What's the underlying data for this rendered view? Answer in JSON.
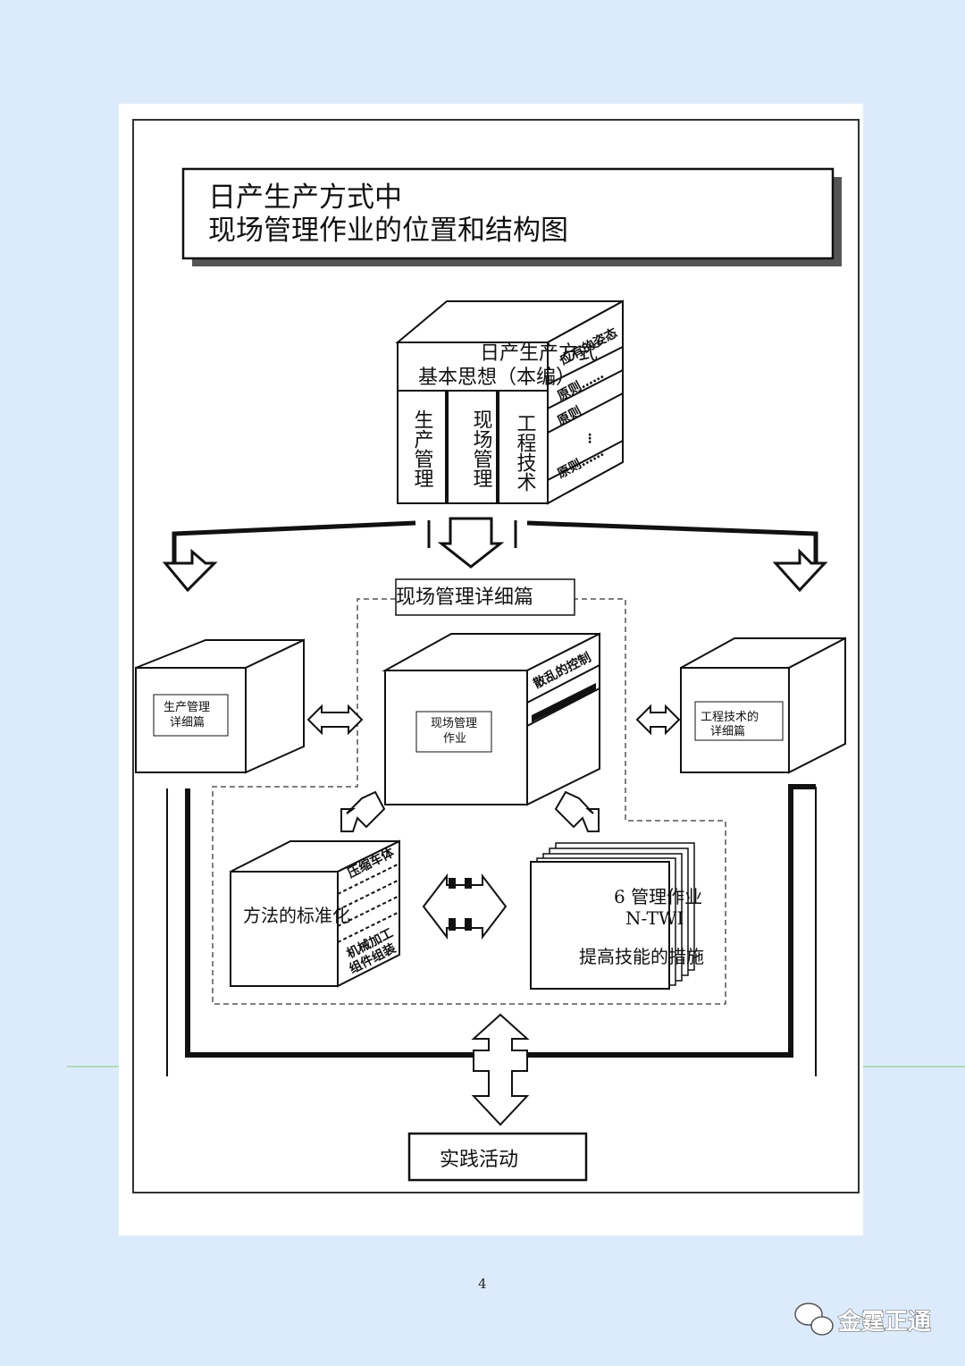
{
  "title": {
    "line1": "日产生产方式中",
    "line2": "现场管理作业的位置和结构图"
  },
  "top_cube": {
    "front_line1": "日产生产方式",
    "front_line2": "基本思想（本编）",
    "columns": [
      "生产管理",
      "现场管理",
      "工程技术"
    ],
    "side_top": "应有的姿态",
    "side_rules": [
      "原则……",
      "原则",
      "原则……"
    ],
    "side_ellipsis": "⋮"
  },
  "detail_section": "现场管理详细篇",
  "left_cube": {
    "line1": "生产管理",
    "line2": "详细篇"
  },
  "right_cube": {
    "line1": "工程技术的",
    "line2": "详细篇"
  },
  "center_cube": {
    "line1": "现场管理",
    "line2": "作业",
    "side_top": "散乱的控制"
  },
  "method_cube": {
    "front": "方法的标准化",
    "side_top": "压缩车体",
    "side_bottom1": "机械加工",
    "side_bottom2": "组件组装"
  },
  "stack": {
    "line1": "6 管理作业",
    "line2": "N-TWI",
    "line3": "提高技能的措施"
  },
  "practice": "实践活动",
  "page_number": "4",
  "watermark": "金霆正通",
  "colors": {
    "background": "#dcebfb",
    "paper": "#ffffff",
    "ink": "#111111",
    "divider": "#9ed79e"
  }
}
